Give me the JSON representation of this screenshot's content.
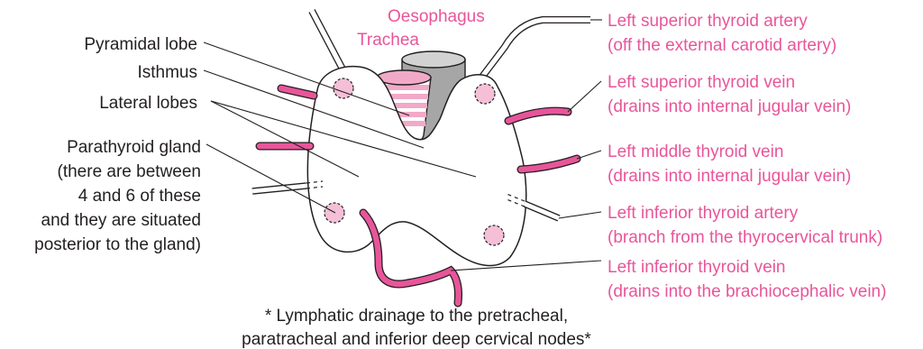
{
  "left_labels": {
    "pyramidal_lobe": "Pyramidal lobe",
    "isthmus": "Isthmus",
    "lateral_lobes": "Lateral lobes",
    "parathyroid": [
      "Parathyroid gland",
      "(there are between",
      "4 and 6 of these",
      "and they are situated",
      "posterior to the gland)"
    ]
  },
  "top_labels": {
    "oesophagus": "Oesophagus",
    "trachea": "Trachea"
  },
  "right_labels": [
    {
      "name": "Left superior thyroid artery",
      "note": "(off the external carotid artery)"
    },
    {
      "name": "Left superior thyroid vein",
      "note": "(drains into internal jugular vein)"
    },
    {
      "name": "Left middle thyroid vein",
      "note": "(drains into internal jugular vein)"
    },
    {
      "name": "Left inferior thyroid artery",
      "note": "(branch from the thyrocervical trunk)"
    },
    {
      "name": "Left inferior thyroid vein",
      "note": "(drains into the brachiocephalic vein)"
    }
  ],
  "footnote": [
    "* Lymphatic drainage to the pretracheal,",
    "paratracheal and inferior deep cervical nodes*"
  ],
  "colors": {
    "accent_pink": "#e8559a",
    "vein_fill": "#e8559a",
    "parathyroid_fill": "#f4bfd7",
    "trachea_ring": "#f2a9c8",
    "oesophagus_fill": "#a6a6a6",
    "outline": "#231f20"
  }
}
